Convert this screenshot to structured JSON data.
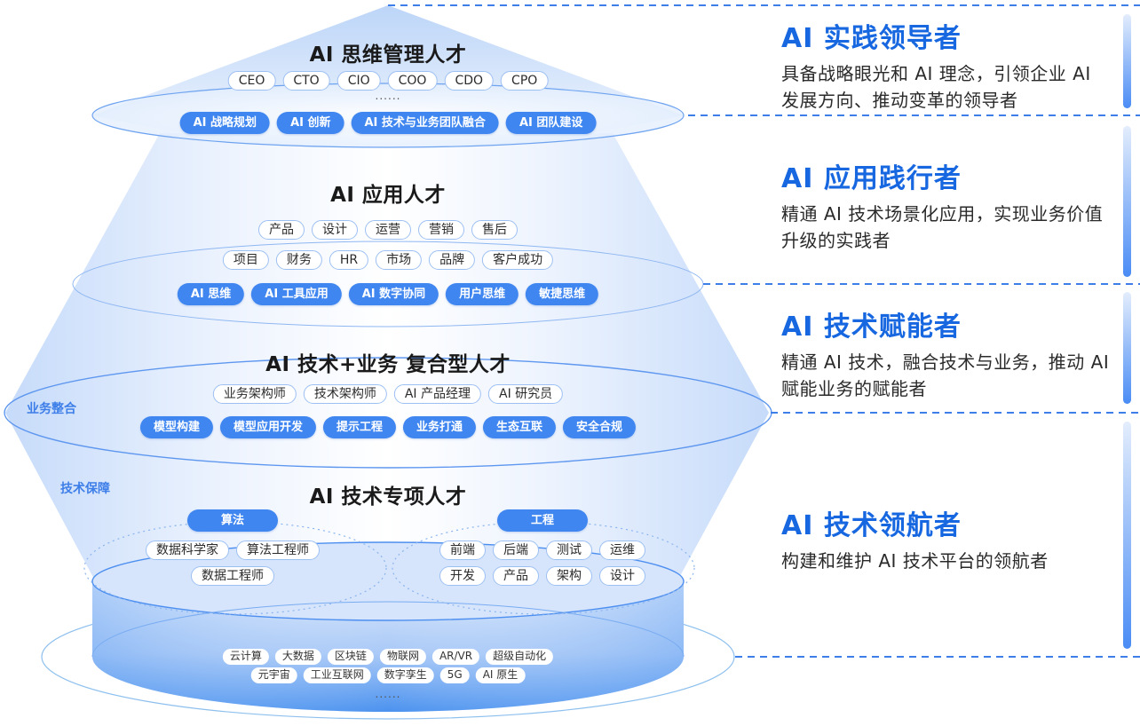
{
  "layers": {
    "management": {
      "title": "AI 思维管理人才",
      "roles": [
        "CEO",
        "CTO",
        "CIO",
        "COO",
        "CDO",
        "CPO"
      ],
      "ellipsis": "......",
      "skills": [
        "AI 战略规划",
        "AI 创新",
        "AI 技术与业务团队融合",
        "AI 团队建设"
      ]
    },
    "application": {
      "title": "AI 应用人才",
      "roles_row1": [
        "产品",
        "设计",
        "运营",
        "营销",
        "售后"
      ],
      "roles_row2": [
        "项目",
        "财务",
        "HR",
        "市场",
        "品牌",
        "客户成功"
      ],
      "skills": [
        "AI 思维",
        "AI 工具应用",
        "AI 数字协同",
        "用户思维",
        "敏捷思维"
      ]
    },
    "compound": {
      "title": "AI 技术+业务 复合型人才",
      "side_label": "业务整合",
      "roles": [
        "业务架构师",
        "技术架构师",
        "AI 产品经理",
        "AI 研究员"
      ],
      "skills": [
        "模型构建",
        "模型应用开发",
        "提示工程",
        "业务打通",
        "生态互联",
        "安全合规"
      ]
    },
    "specialist": {
      "title": "AI 技术专项人才",
      "side_label": "技术保障",
      "algorithm": {
        "label": "算法",
        "row1": [
          "数据科学家",
          "算法工程师"
        ],
        "row2": [
          "数据工程师"
        ]
      },
      "engineering": {
        "label": "工程",
        "row1": [
          "前端",
          "后端",
          "测试",
          "运维"
        ],
        "row2": [
          "开发",
          "产品",
          "架构",
          "设计"
        ]
      }
    },
    "foundation": {
      "row1": [
        "云计算",
        "大数据",
        "区块链",
        "物联网",
        "AR/VR",
        "超级自动化"
      ],
      "row2": [
        "元宇宙",
        "工业互联网",
        "数字孪生",
        "5G",
        "AI 原生"
      ],
      "ellipsis": "......"
    }
  },
  "roles_panel": [
    {
      "title": "AI 实践领导者",
      "description": "具备战略眼光和 AI 理念，引领企业 AI 发展方向、推动变革的领导者"
    },
    {
      "title": "AI 应用践行者",
      "description": "精通 AI 技术场景化应用，实现业务价值升级的实践者"
    },
    {
      "title": "AI 技术赋能者",
      "description": "精通 AI 技术，融合技术与业务，推动 AI 赋能业务的赋能者"
    },
    {
      "title": "AI 技术领航者",
      "description": "构建和维护 AI 技术平台的领航者"
    }
  ],
  "colors": {
    "accent": "#3f86f0",
    "heading_blue": "#1767e0",
    "cone_light": "#e6effd",
    "cone_mid": "#bcd4f8",
    "cylinder": "#5b9cf2",
    "dash_line": "#3d7ee8"
  }
}
